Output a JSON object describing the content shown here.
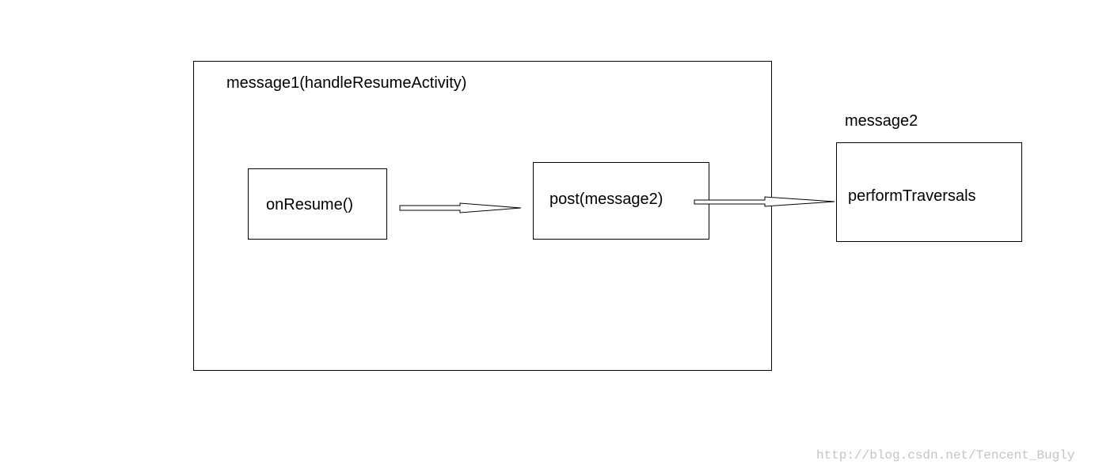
{
  "diagram": {
    "outer_box": {
      "title": "message1(handleResumeActivity)"
    },
    "onresume_box": {
      "label": "onResume()"
    },
    "post_box": {
      "label": "post(message2)"
    },
    "message2_box": {
      "title": "message2",
      "label": "performTraversals"
    }
  },
  "watermark": {
    "text": "http://blog.csdn.net/Tencent_Bugly"
  }
}
